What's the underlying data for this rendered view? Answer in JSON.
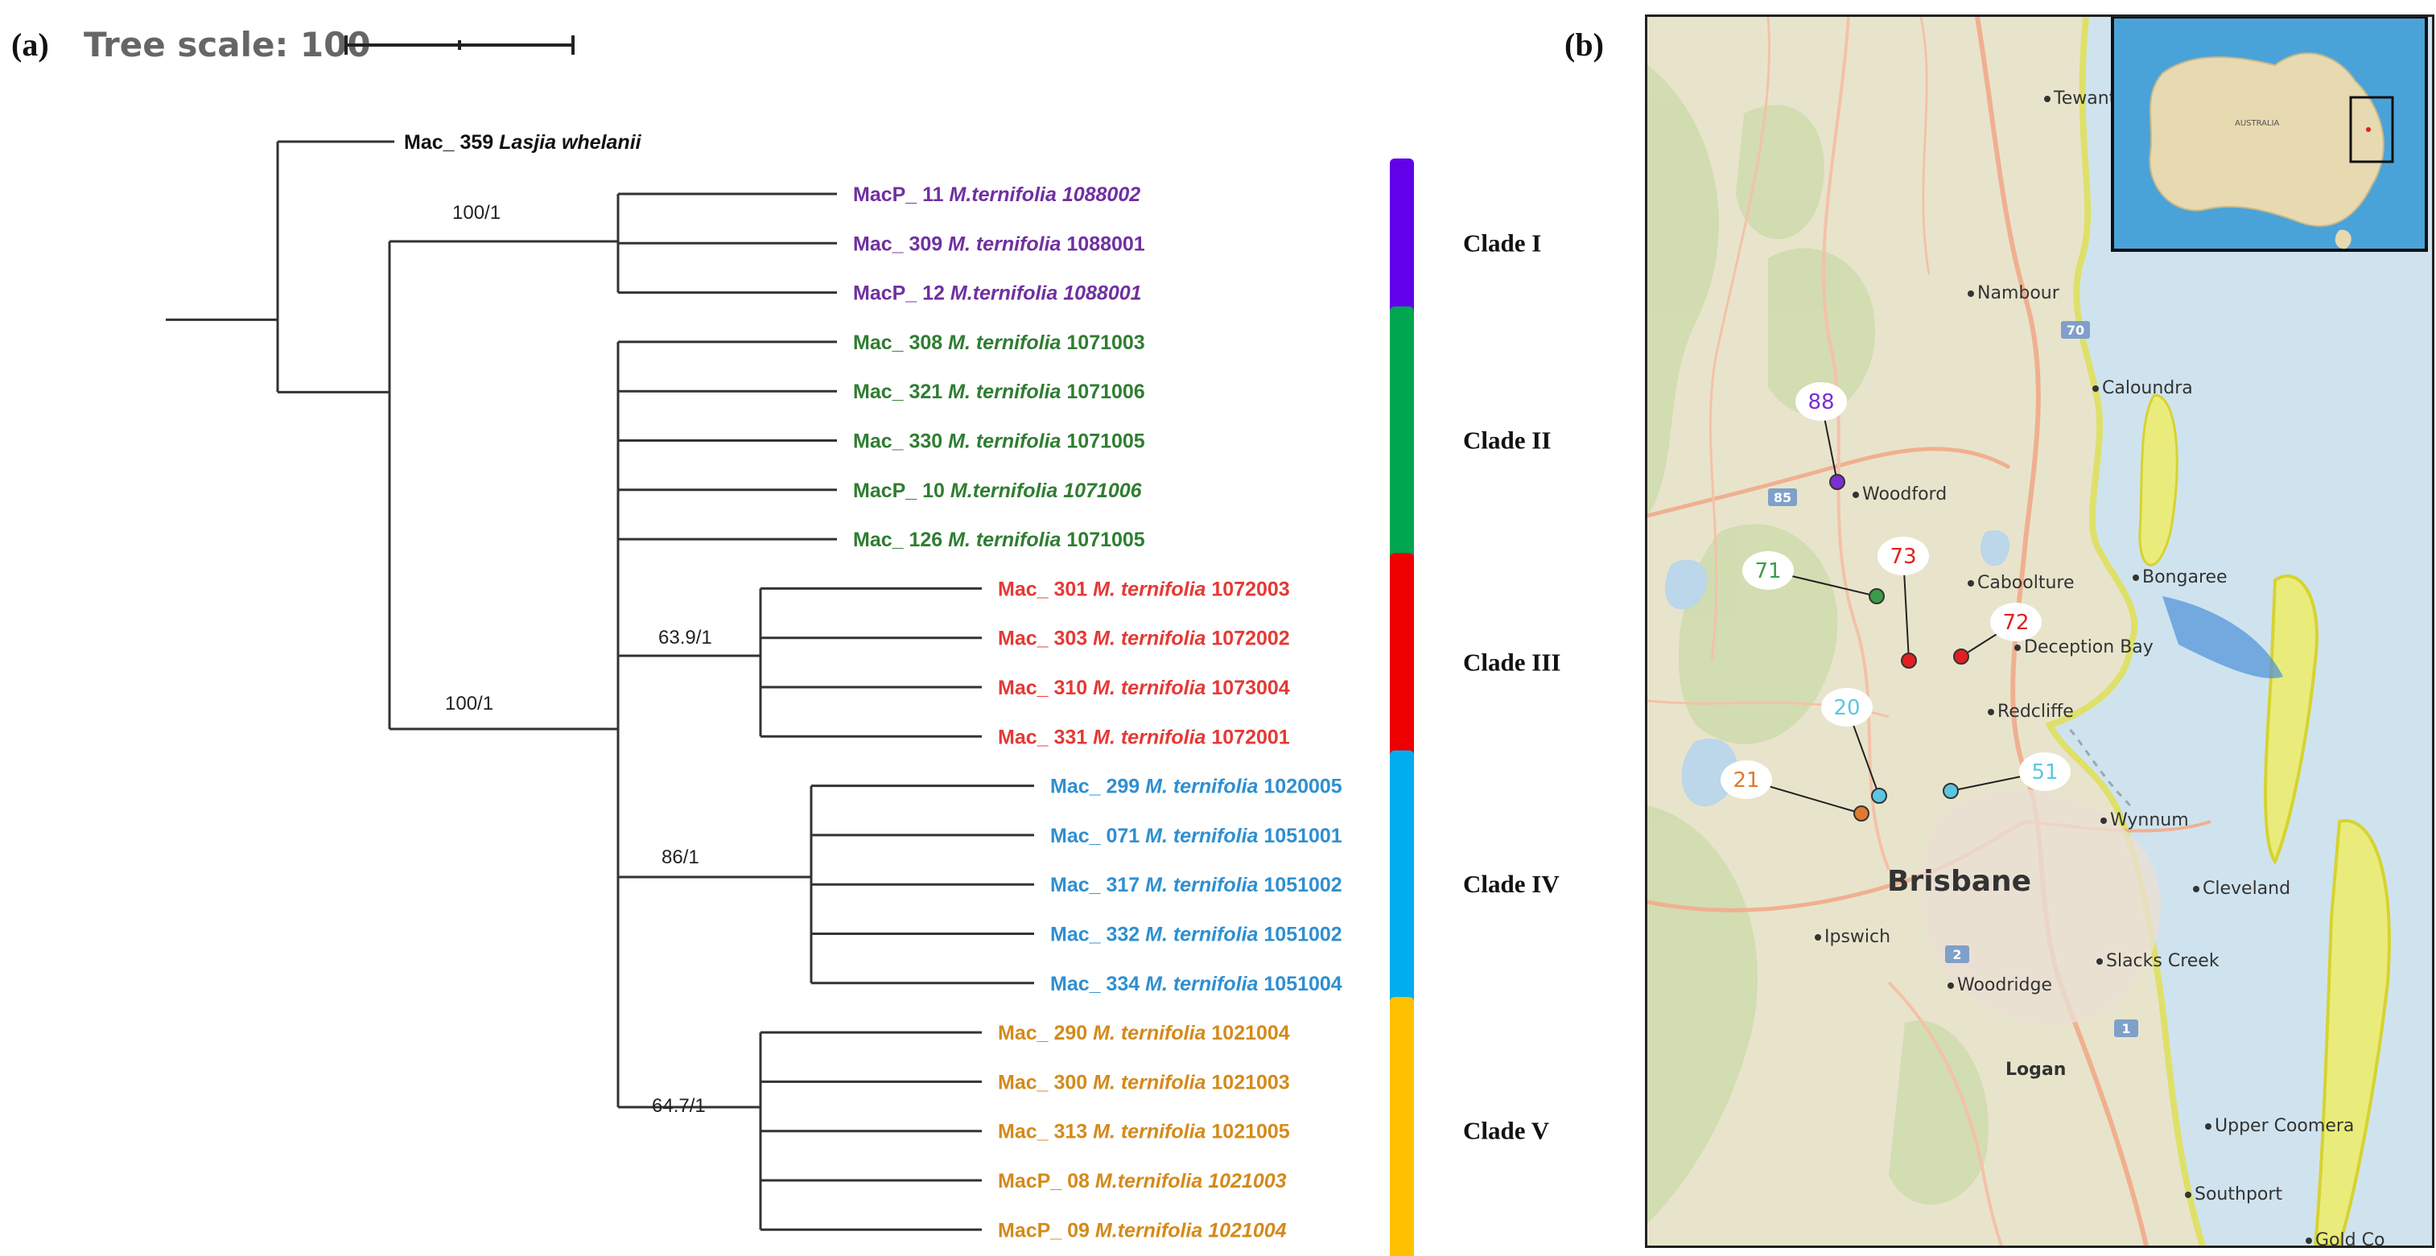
{
  "panel_a": {
    "label": "(a)",
    "tree_scale": {
      "text": "Tree scale: 100"
    },
    "colors": {
      "outgroup": "#111111",
      "clade1": "#7030a0",
      "clade2": "#2f7d32",
      "clade3": "#e53935",
      "clade4": "#2f8fd0",
      "clade5": "#d48a1a"
    },
    "outgroup": {
      "id": "Mac_ 359",
      "species": "Lasjia whelanii"
    },
    "tips": [
      {
        "id": "MacP_ 11",
        "species": "M.ternifolia",
        "acc": "1088002",
        "acc_italic": true,
        "clade": "clade1"
      },
      {
        "id": "Mac_ 309",
        "species": "M. ternifolia",
        "acc": "1088001",
        "acc_italic": false,
        "clade": "clade1"
      },
      {
        "id": "MacP_ 12",
        "species": "M.ternifolia",
        "acc": "1088001",
        "acc_italic": true,
        "clade": "clade1"
      },
      {
        "id": "Mac_ 308",
        "species": "M. ternifolia",
        "acc": "1071003",
        "acc_italic": false,
        "clade": "clade2"
      },
      {
        "id": "Mac_ 321",
        "species": "M. ternifolia",
        "acc": "1071006",
        "acc_italic": false,
        "clade": "clade2"
      },
      {
        "id": "Mac_ 330",
        "species": "M. ternifolia",
        "acc": "1071005",
        "acc_italic": false,
        "clade": "clade2"
      },
      {
        "id": "MacP_ 10",
        "species": "M.ternifolia",
        "acc": "1071006",
        "acc_italic": true,
        "clade": "clade2"
      },
      {
        "id": "Mac_ 126",
        "species": "M. ternifolia",
        "acc": "1071005",
        "acc_italic": false,
        "clade": "clade2"
      },
      {
        "id": "Mac_ 301",
        "species": "M. ternifolia",
        "acc": "1072003",
        "acc_italic": false,
        "clade": "clade3"
      },
      {
        "id": "Mac_ 303",
        "species": "M. ternifolia",
        "acc": "1072002",
        "acc_italic": false,
        "clade": "clade3"
      },
      {
        "id": "Mac_ 310",
        "species": "M. ternifolia",
        "acc": "1073004",
        "acc_italic": false,
        "clade": "clade3"
      },
      {
        "id": "Mac_ 331",
        "species": "M. ternifolia",
        "acc": "1072001",
        "acc_italic": false,
        "clade": "clade3"
      },
      {
        "id": "Mac_ 299",
        "species": "M. ternifolia",
        "acc": "1020005",
        "acc_italic": false,
        "clade": "clade4"
      },
      {
        "id": "Mac_ 071",
        "species": "M. ternifolia",
        "acc": "1051001",
        "acc_italic": false,
        "clade": "clade4"
      },
      {
        "id": "Mac_ 317",
        "species": "M. ternifolia",
        "acc": "1051002",
        "acc_italic": false,
        "clade": "clade4"
      },
      {
        "id": "Mac_ 332",
        "species": "M. ternifolia",
        "acc": "1051002",
        "acc_italic": false,
        "clade": "clade4"
      },
      {
        "id": "Mac_ 334",
        "species": "M. ternifolia",
        "acc": "1051004",
        "acc_italic": false,
        "clade": "clade4"
      },
      {
        "id": "Mac_ 290",
        "species": "M. ternifolia",
        "acc": "1021004",
        "acc_italic": false,
        "clade": "clade5"
      },
      {
        "id": "Mac_ 300",
        "species": "M. ternifolia",
        "acc": "1021003",
        "acc_italic": false,
        "clade": "clade5"
      },
      {
        "id": "Mac_ 313",
        "species": "M. ternifolia",
        "acc": "1021005",
        "acc_italic": false,
        "clade": "clade5"
      },
      {
        "id": "MacP_ 08",
        "species": "M.ternifolia",
        "acc": "1021003",
        "acc_italic": true,
        "clade": "clade5"
      },
      {
        "id": "MacP_ 09",
        "species": "M.ternifolia",
        "acc": "1021004",
        "acc_italic": true,
        "clade": "clade5"
      }
    ],
    "support_values": [
      "100/1",
      "100/1",
      "63.9/1",
      "86/1",
      "64.7/1"
    ],
    "clades": [
      {
        "name": "Clade I",
        "color": "#6200ea"
      },
      {
        "name": "Clade II",
        "color": "#00a650"
      },
      {
        "name": "Clade III",
        "color": "#ee0000"
      },
      {
        "name": "Clade IV",
        "color": "#00adef"
      },
      {
        "name": "Clade V",
        "color": "#ffc000"
      }
    ]
  },
  "panel_b": {
    "label": "(b)",
    "towns": [
      "Tewantin",
      "Nambour",
      "Caloundra",
      "Woodford",
      "Caboolture",
      "Bongaree",
      "Deception Bay",
      "Redcliffe",
      "Wynnum",
      "Brisbane",
      "Cleveland",
      "Ipswich",
      "Woodridge",
      "Slacks Creek",
      "Logan",
      "Upper Coomera",
      "Southport",
      "Gold Co"
    ],
    "road_shields": [
      "70",
      "85",
      "2",
      "1"
    ],
    "sites": [
      {
        "num": "88",
        "color": "#7b2fd0"
      },
      {
        "num": "71",
        "color": "#3d9a4a"
      },
      {
        "num": "73",
        "color": "#e02020"
      },
      {
        "num": "72",
        "color": "#e02020"
      },
      {
        "num": "20",
        "color": "#5cc6e0"
      },
      {
        "num": "51",
        "color": "#5cc6e0"
      },
      {
        "num": "21",
        "color": "#e07a30"
      }
    ],
    "inset": {
      "country": "AUSTRALIA"
    }
  }
}
